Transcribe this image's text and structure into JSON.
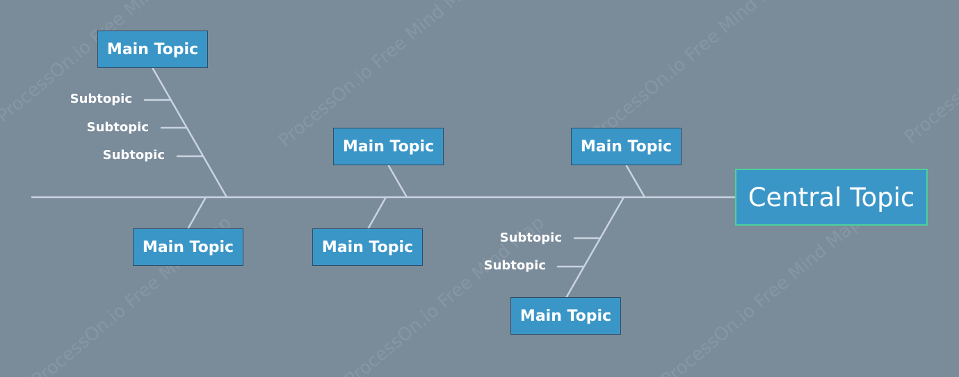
{
  "colors": {
    "background": "#7a8b9a",
    "line": "#c9d4de",
    "topic_fill": "#3b96c8",
    "central_border": "#4bd19c"
  },
  "watermark": "ProcessOn.io Free Mind Map",
  "central_topic": {
    "label": "Central Topic"
  },
  "main_topics": [
    {
      "label": "Main Topic"
    },
    {
      "label": "Main Topic"
    },
    {
      "label": "Main Topic"
    },
    {
      "label": "Main Topic"
    },
    {
      "label": "Main Topic"
    },
    {
      "label": "Main Topic"
    }
  ],
  "subtopics": [
    {
      "label": "Subtopic"
    },
    {
      "label": "Subtopic"
    },
    {
      "label": "Subtopic"
    },
    {
      "label": "Subtopic"
    },
    {
      "label": "Subtopic"
    }
  ]
}
